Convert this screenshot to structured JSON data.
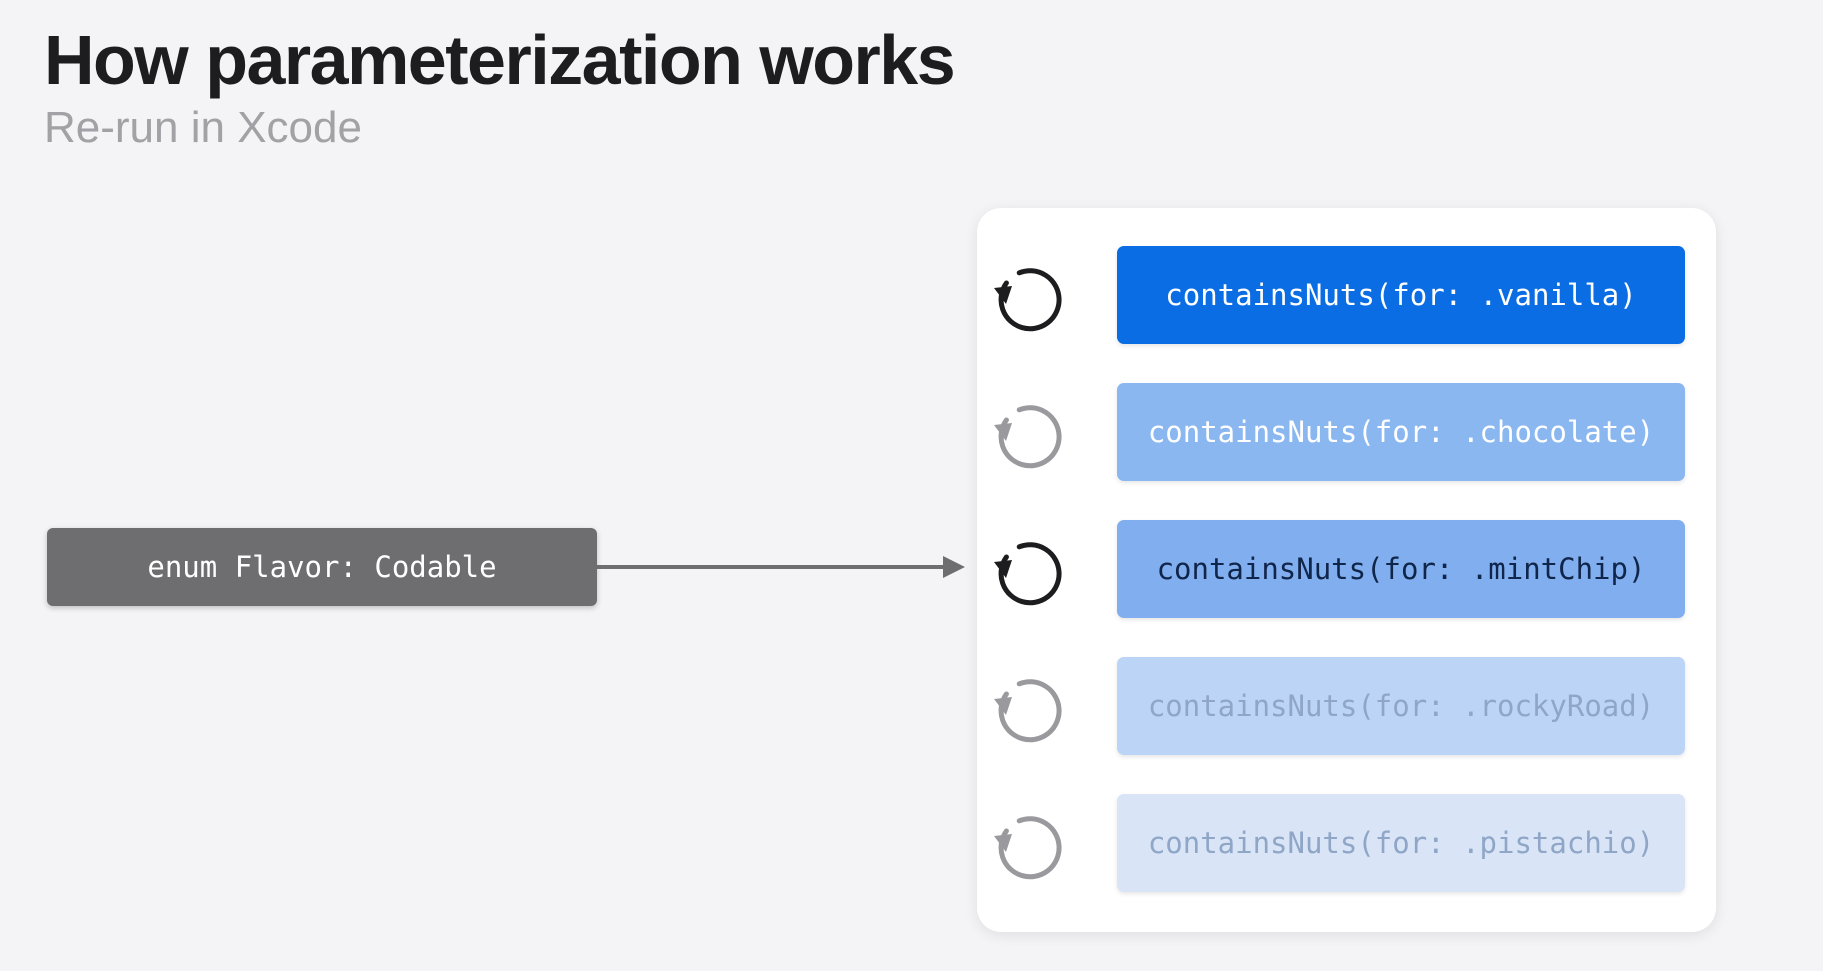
{
  "title": "How parameterization works",
  "subtitle": "Re-run in Xcode",
  "source": {
    "label": "enum Flavor: Codable",
    "color": "#6e6e70"
  },
  "test_cases": [
    {
      "label": "containsNuts(for: .vanilla)",
      "bg": "#0a6de4",
      "fg": "#ffffff",
      "icon_color": "#1d1d1f"
    },
    {
      "label": "containsNuts(for: .chocolate)",
      "bg": "#8ab7f0",
      "fg": "#ffffff",
      "icon_color": "#9a9a9e"
    },
    {
      "label": "containsNuts(for: .mintChip)",
      "bg": "#80aeee",
      "fg": "#10254a",
      "icon_color": "#1d1d1f"
    },
    {
      "label": "containsNuts(for: .rockyRoad)",
      "bg": "#bcd4f5",
      "fg": "#8fa6c7",
      "icon_color": "#9a9a9e"
    },
    {
      "label": "containsNuts(for: .pistachio)",
      "bg": "#d9e5f7",
      "fg": "#8fa6c7",
      "icon_color": "#9a9a9e"
    }
  ],
  "icon_name": "rerun-icon",
  "connector_color": "#6e6e70"
}
